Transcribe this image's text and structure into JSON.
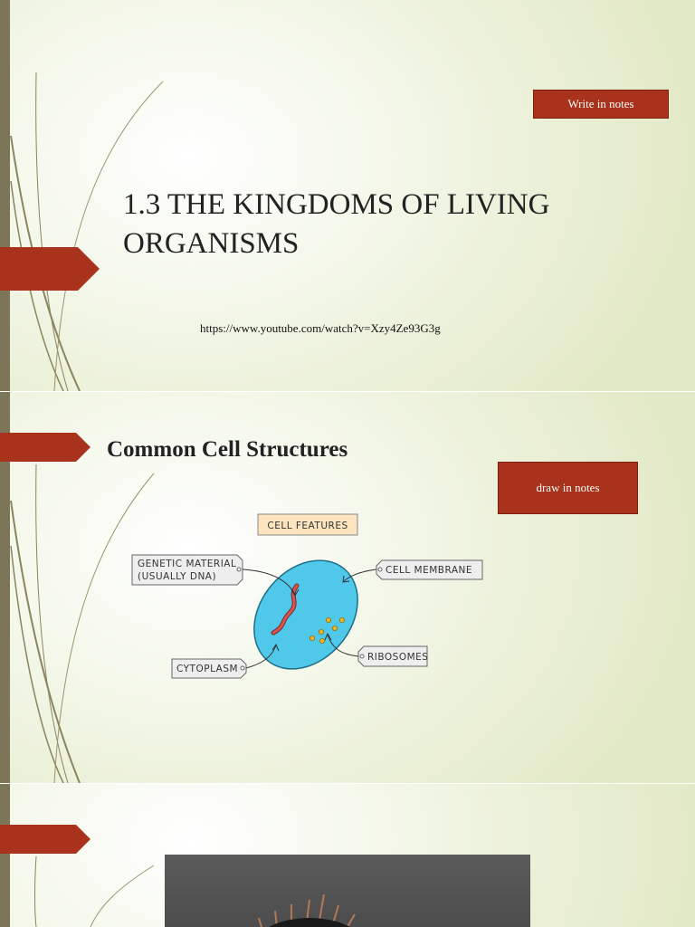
{
  "slide1": {
    "button_label": "Write in notes",
    "title_line1": "1.3 THE  KINGDOMS OF LIVING",
    "title_line2": "ORGANISMS",
    "link_text": "https://www.youtube.com/watch?v=Xzy4Ze93G3g"
  },
  "slide2": {
    "title": "Common Cell Structures",
    "button_label": "draw in notes",
    "diagram": {
      "heading": "CELL   FEATURES",
      "labels": {
        "genetic_line1": "GENETIC   MATERIAL",
        "genetic_line2": "(USUALLY   DNA)",
        "membrane": "CELL   MEMBRANE",
        "cytoplasm": "CYTOPLASM",
        "ribosomes": "RIBOSOMES"
      },
      "colors": {
        "cell_fill": "#4fc8ea",
        "dna": "#d9534f",
        "ribosome": "#f0b429",
        "heading_bg": "#fde4bf"
      }
    }
  },
  "colors": {
    "accent": "#a8321b",
    "bar": "#7c7558"
  }
}
